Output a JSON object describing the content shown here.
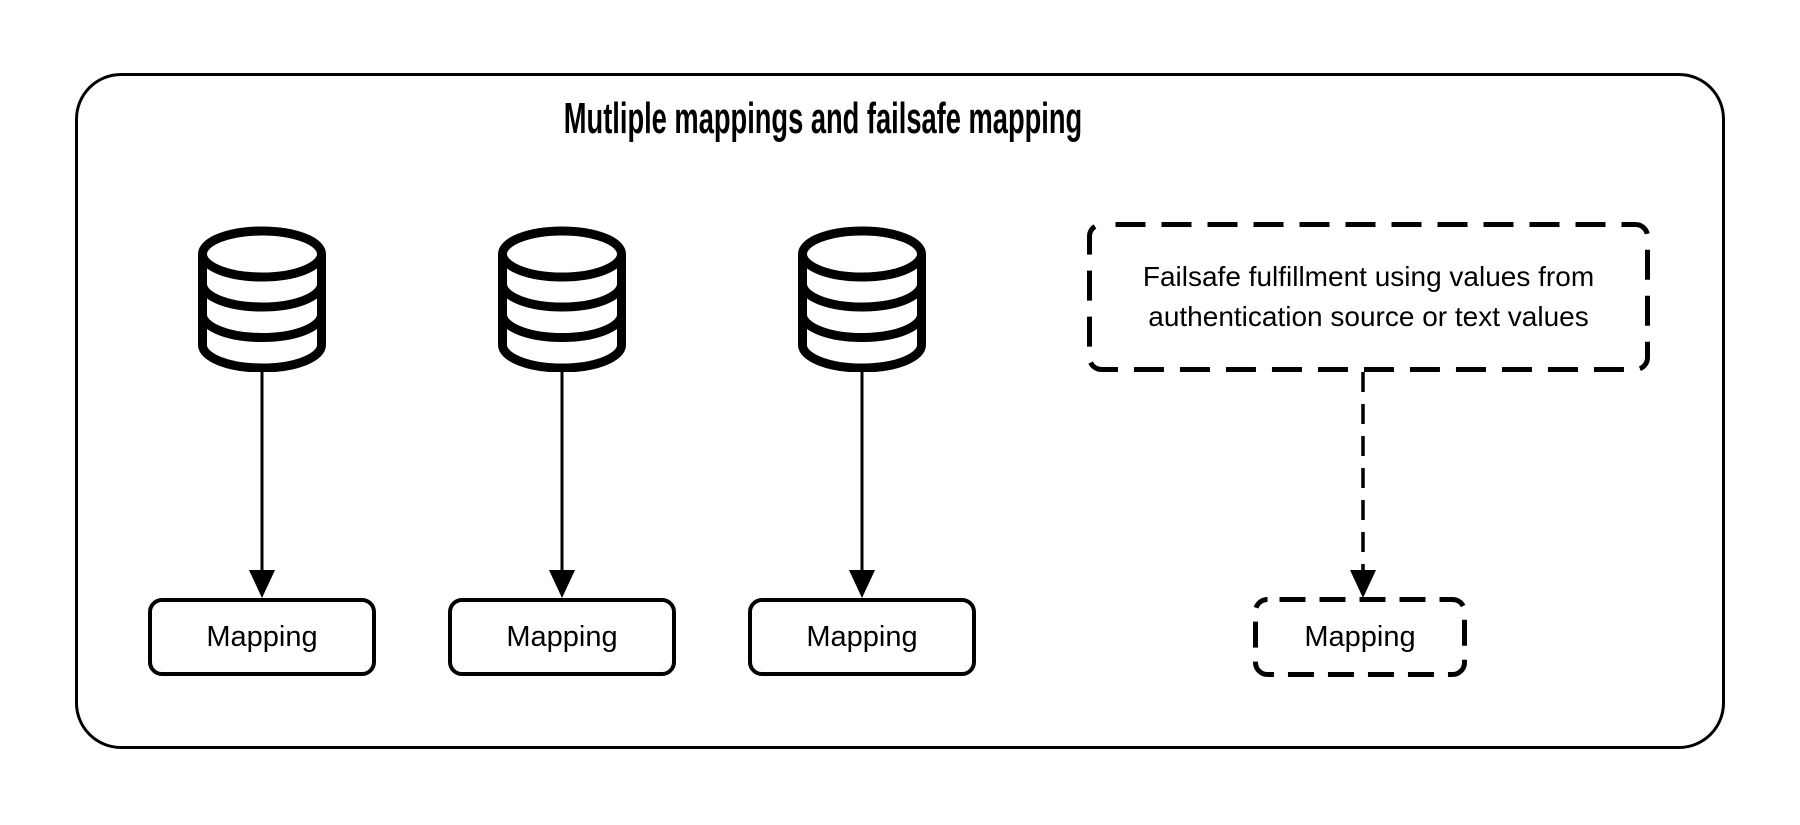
{
  "diagram": {
    "title": "Mutliple mappings and failsafe mapping",
    "sources": [
      {
        "icon": "database",
        "mapping_label": "Mapping"
      },
      {
        "icon": "database",
        "mapping_label": "Mapping"
      },
      {
        "icon": "database",
        "mapping_label": "Mapping"
      }
    ],
    "failsafe": {
      "note": "Failsafe fulfillment using values from authentication source or text values",
      "mapping_label": "Mapping"
    },
    "colors": {
      "line": "#000000",
      "background": "#ffffff"
    }
  }
}
